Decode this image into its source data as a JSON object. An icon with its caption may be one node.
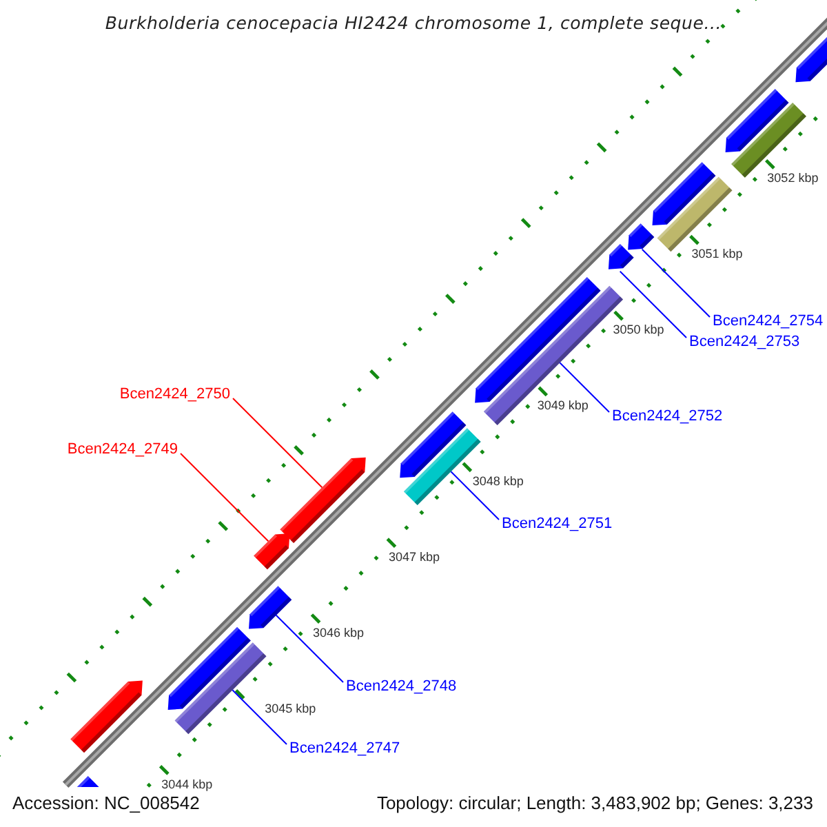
{
  "diagram": {
    "title": "Burkholderia cenocepacia HI2424 chromosome 1, complete seque...",
    "nodes": [
      {
        "text": [],
        "shape": "pentagon"
      },
      {
        "text": [],
        "shape": "pentagon"
      },
      {
        "text": [],
        "shape": "bar"
      },
      {
        "text": [],
        "shape": "pentagon"
      },
      {
        "text": [],
        "shape": "bar"
      },
      {
        "text": [],
        "shape": "pentagon"
      },
      {
        "text": [],
        "shape": "pentagon"
      },
      {
        "text": [],
        "shape": "pentagon"
      },
      {
        "text": [],
        "shape": "bar"
      },
      {
        "text": [
          "Bcen2424_2754"
        ]
      },
      {
        "text": [
          "Bcen2424_2753"
        ]
      },
      {
        "text": [
          "Bcen2424_2750"
        ]
      },
      {
        "text": [
          "Bcen2424_2752"
        ]
      },
      {
        "text": [],
        "shape": "pentagon"
      },
      {
        "text": [],
        "shape": "bar"
      },
      {
        "text": [],
        "shape": "pentagon"
      },
      {
        "text": [
          "Bcen2424_2749"
        ]
      },
      {
        "text": [],
        "shape": "pentagon"
      },
      {
        "text": [
          "Bcen2424_2751"
        ]
      },
      {
        "text": [],
        "shape": "pentagon"
      },
      {
        "text": [],
        "shape": "pentagon"
      },
      {
        "text": [],
        "shape": "bar"
      },
      {
        "text": [],
        "shape": "pentagon"
      },
      {
        "text": [
          "Bcen2424_2748"
        ]
      },
      {
        "text": [
          "Bcen2424_2747"
        ]
      },
      {
        "text": [],
        "shape": "pentagon"
      }
    ],
    "edges": [
      {
        "from": 9,
        "to": 5,
        "arrow": "none"
      },
      {
        "from": 10,
        "to": 6,
        "arrow": "none"
      },
      {
        "from": 11,
        "to": 15,
        "arrow": "none",
        "color": "#ff0000"
      },
      {
        "from": 12,
        "to": 8,
        "arrow": "none"
      },
      {
        "from": 16,
        "to": 17,
        "arrow": "none",
        "color": "#ff0000"
      },
      {
        "from": 18,
        "to": 14,
        "arrow": "none"
      },
      {
        "from": 23,
        "to": 19,
        "arrow": "none"
      },
      {
        "from": 24,
        "to": 21,
        "arrow": "none"
      }
    ],
    "labels": [
      "3052 kbp",
      "3051 kbp",
      "3050 kbp",
      "3049 kbp",
      "3048 kbp",
      "3047 kbp",
      "3046 kbp",
      "3045 kbp",
      "3044 kbp",
      "Accession: NC_008542",
      "Topology: circular; Length: 3,483,902 bp; Genes: 3,233"
    ]
  }
}
